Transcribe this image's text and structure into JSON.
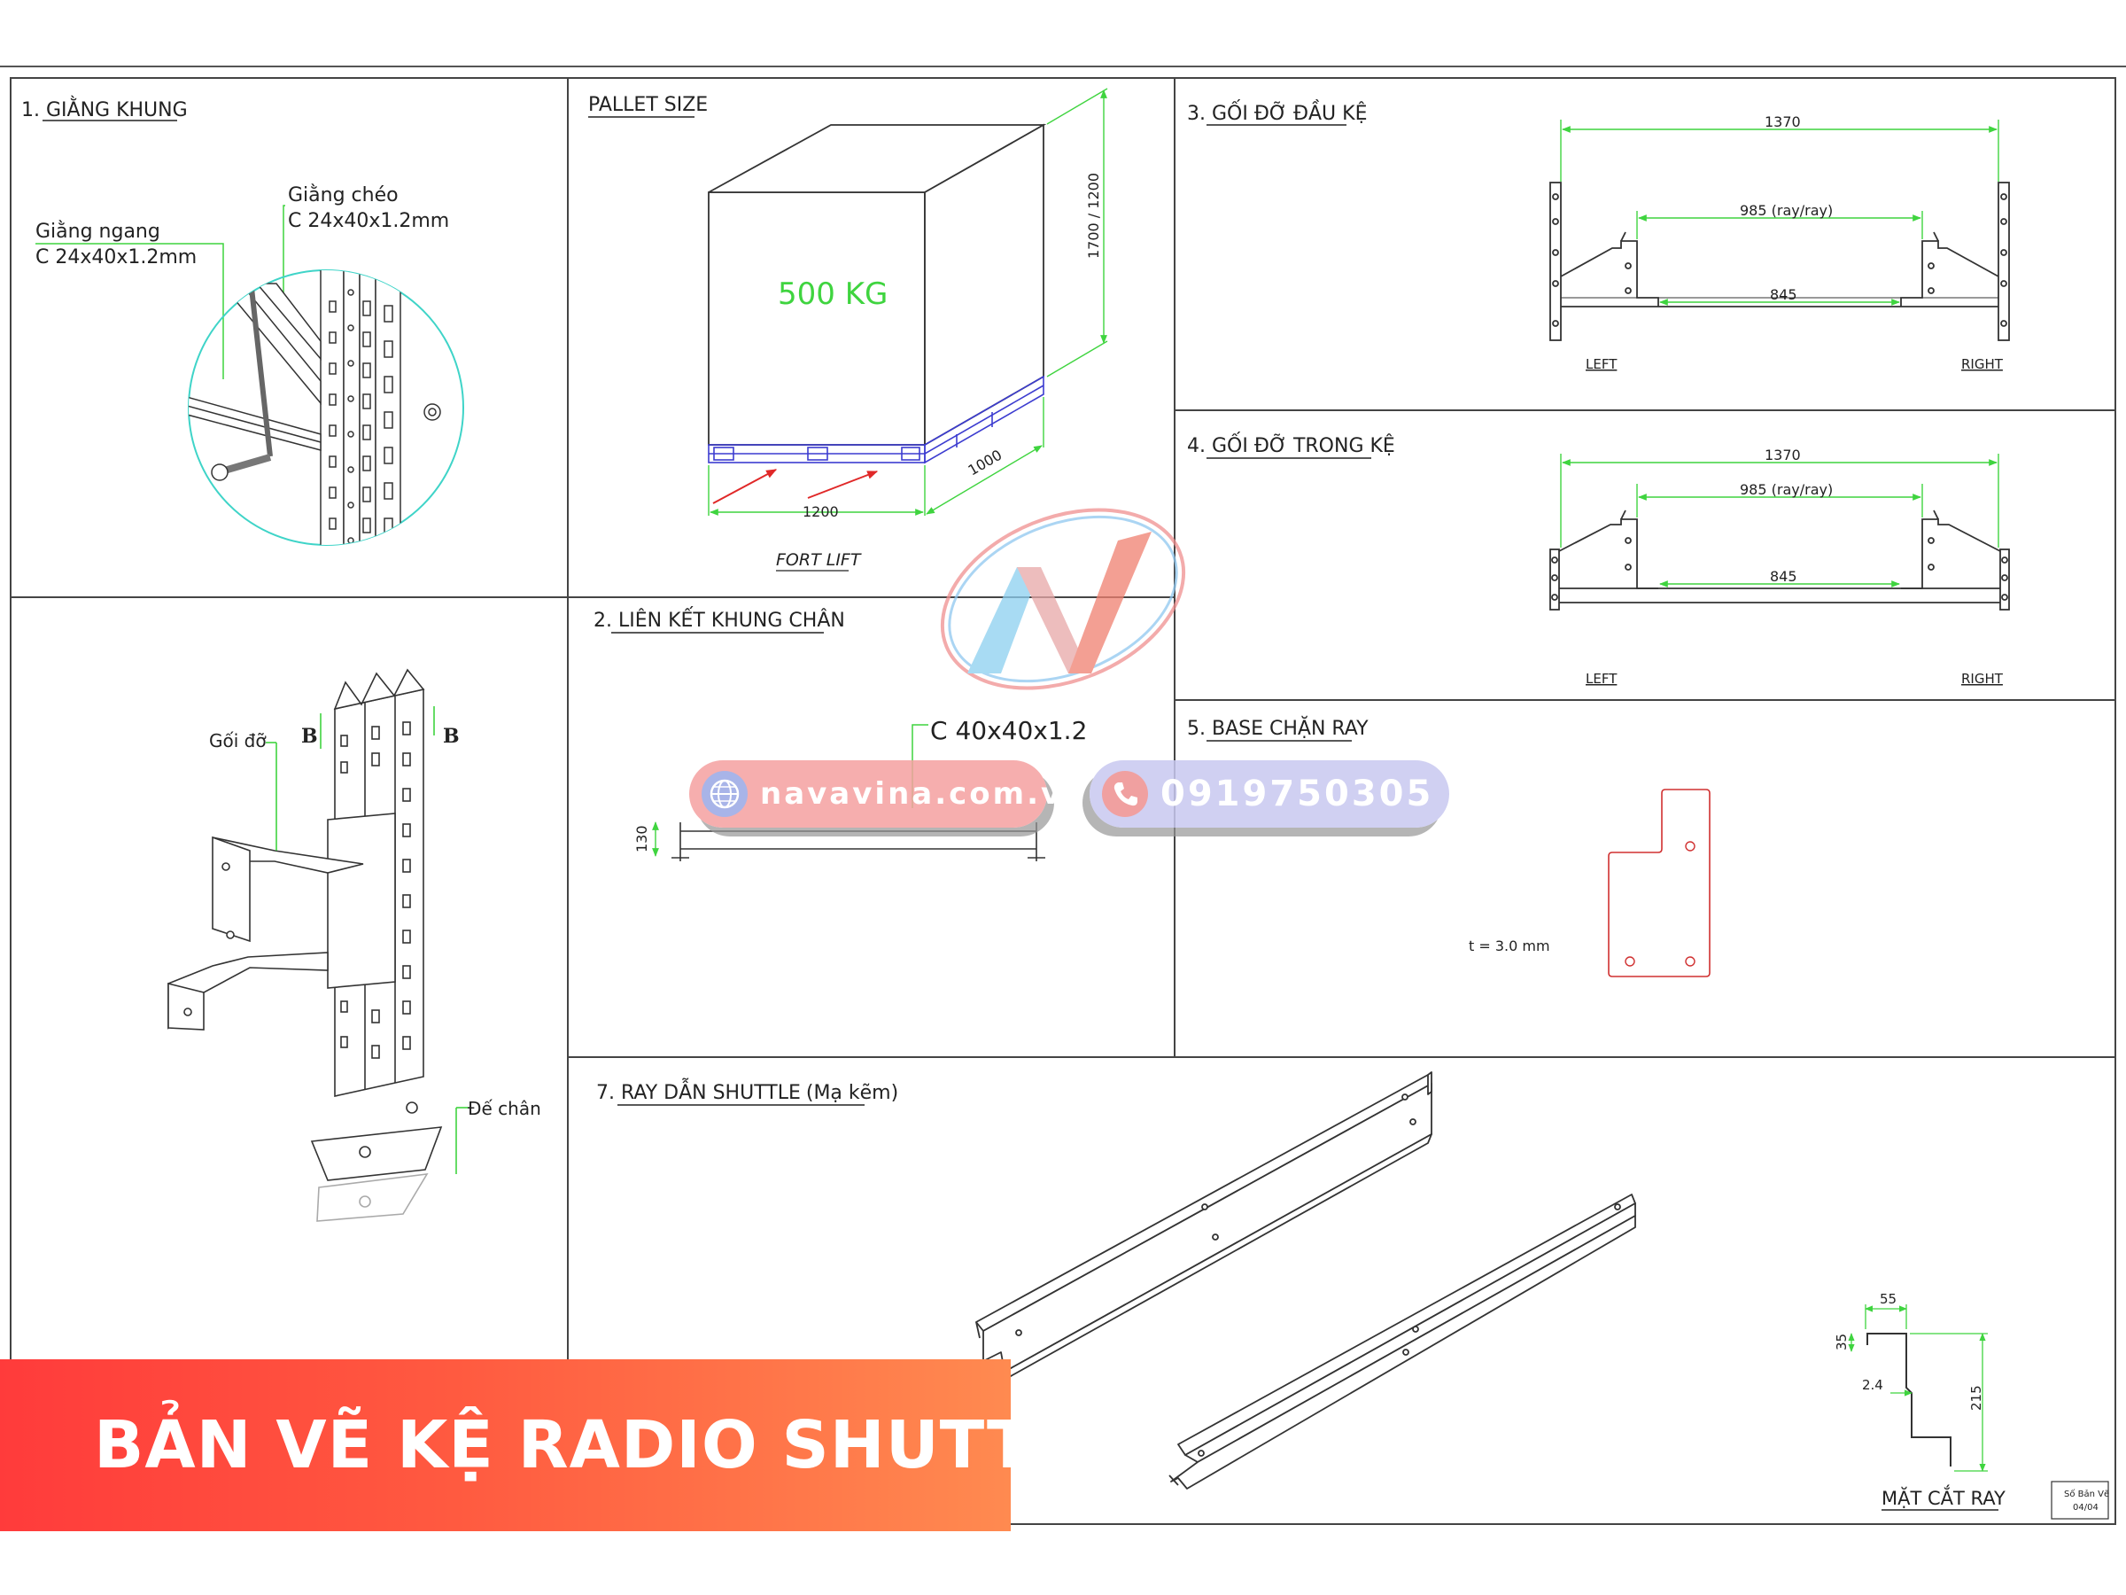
{
  "sections": {
    "giang_khung": {
      "title": "1. GIẰNG KHUNG",
      "label_cheo_1": "Giằng chéo",
      "label_cheo_2": "C 24x40x1.2mm",
      "label_ngang_1": "Giằng ngang",
      "label_ngang_2": "C 24x40x1.2mm"
    },
    "khung_chan": {
      "label_goi_do": "Gối đỡ",
      "label_de_chan": "Đế chân",
      "section_mark": "B"
    },
    "pallet_size": {
      "title": "PALLET SIZE",
      "weight": "500 KG",
      "height_dim": "1700 / 1200",
      "width_dim": "1200",
      "depth_dim": "1000",
      "fork_label": "FORT LIFT"
    },
    "lien_ket": {
      "title": "2. LIÊN KẾT KHUNG CHÂN",
      "profile": "C 40x40x1.2",
      "height_dim": "130"
    },
    "goi_do_dau_ke": {
      "title": "3. GỐI ĐỠ ĐẦU KỆ",
      "dim_total": "1370",
      "dim_rail": "985 (ray/ray)",
      "dim_inner": "845",
      "left": "LEFT",
      "right": "RIGHT"
    },
    "goi_do_trong_ke": {
      "title": "4. GỐI ĐỠ TRONG KỆ",
      "dim_total": "1370",
      "dim_rail": "985 (ray/ray)",
      "dim_inner": "845",
      "left": "LEFT",
      "right": "RIGHT"
    },
    "base_chan_ray": {
      "title": "5. BASE CHẶN RAY",
      "thickness": "t = 3.0 mm"
    },
    "ray_dan": {
      "title": "7. RAY DẪN SHUTTLE",
      "title_suffix": "(Mạ kẽm)",
      "section_label": "MẶT CẮT RAY",
      "dim_top": "55",
      "dim_flange": "35",
      "dim_thk": "2.4",
      "dim_height": "215",
      "sheet_no_label": "Số Bản Vẽ",
      "sheet_no": "04/04"
    }
  },
  "watermark": {
    "website": "navavina.com.vn",
    "phone": "0919750305",
    "logo_letter": "N"
  },
  "banner": {
    "title": "BẢN VẼ KỆ RADIO SHUTTLE"
  },
  "colors": {
    "dimension_green": "#3fd43f",
    "pallet_blue": "#3c3cd0",
    "arrow_red": "#e02828",
    "base_red": "#d03030",
    "line": "#333333"
  }
}
